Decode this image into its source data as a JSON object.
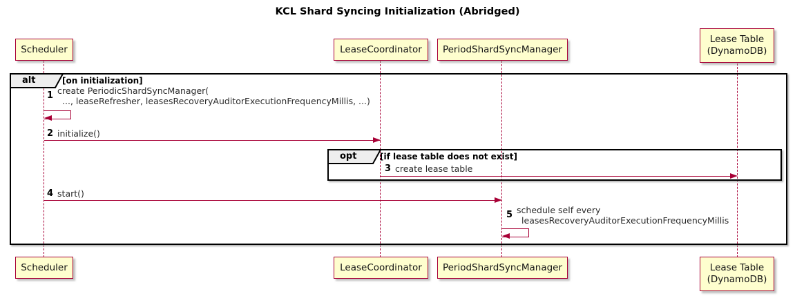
{
  "diagram": {
    "title": "KCL Shard Syncing Initialization (Abridged)",
    "type": "sequence-diagram"
  },
  "participants": [
    {
      "id": "scheduler",
      "label": "Scheduler"
    },
    {
      "id": "lease-coordinator",
      "label": "LeaseCoordinator"
    },
    {
      "id": "period-shard-sync-manager",
      "label": "PeriodShardSyncManager"
    },
    {
      "id": "lease-table",
      "label": "Lease Table",
      "sublabel": "(DynamoDB)"
    }
  ],
  "frames": {
    "alt": {
      "operator": "alt",
      "guard": "[on initialization]"
    },
    "opt": {
      "operator": "opt",
      "guard": "[if lease table does not exist]"
    }
  },
  "messages": [
    {
      "num": "1",
      "from": "scheduler",
      "to": "scheduler",
      "line1": "create PeriodicShardSyncManager(",
      "line2": "..., leaseRefresher, leasesRecoveryAuditorExecutionFrequencyMillis, ...)"
    },
    {
      "num": "2",
      "from": "scheduler",
      "to": "lease-coordinator",
      "text": "initialize()"
    },
    {
      "num": "3",
      "from": "lease-coordinator",
      "to": "lease-table",
      "text": "create lease table"
    },
    {
      "num": "4",
      "from": "scheduler",
      "to": "period-shard-sync-manager",
      "text": "start()"
    },
    {
      "num": "5",
      "from": "period-shard-sync-manager",
      "to": "period-shard-sync-manager",
      "line1": "schedule self every",
      "line2": "leasesRecoveryAuditorExecutionFrequencyMillis"
    }
  ],
  "colors": {
    "participant_fill": "#FEFECE",
    "participant_border": "#A80036",
    "arrow": "#A80036",
    "lifeline": "#A80036",
    "frame_border": "#000000",
    "frame_tab_fill": "#EEEEEE",
    "background": "#FFFFFF"
  }
}
